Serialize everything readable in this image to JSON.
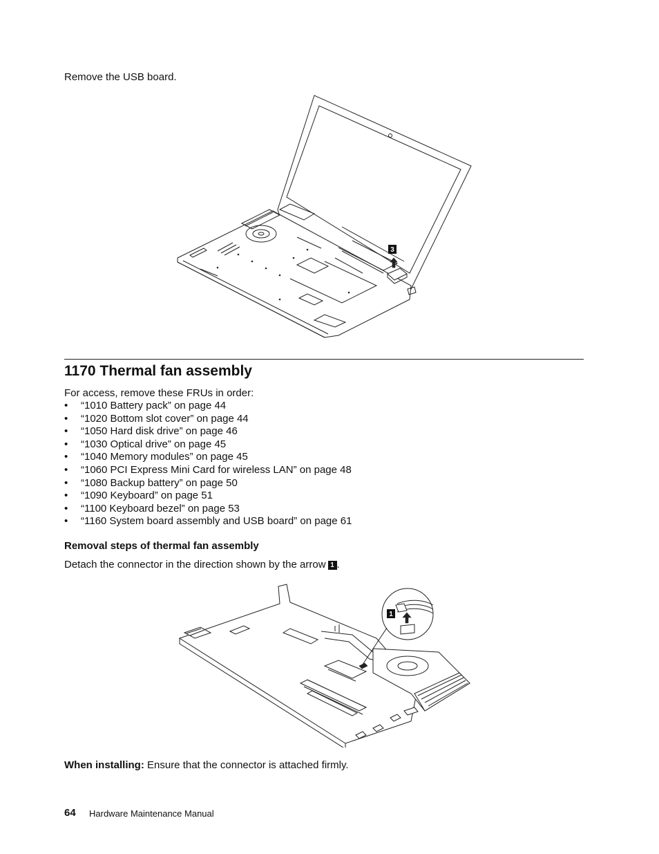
{
  "intro": {
    "text": "Remove the USB board."
  },
  "figure1": {
    "callout": "3"
  },
  "section": {
    "title": "1170 Thermal fan assembly"
  },
  "access": {
    "intro": "For access, remove these FRUs in order:",
    "bullet": "•",
    "items": [
      "“1010 Battery pack” on page 44",
      "“1020 Bottom slot cover” on page 44",
      "“1050 Hard disk drive” on page 46",
      "“1030 Optical drive” on page 45",
      "“1040 Memory modules” on page 45",
      "“1060 PCI Express Mini Card for wireless LAN” on page 48",
      "“1080 Backup battery” on page 50",
      "“1090 Keyboard” on page 51",
      "“1100 Keyboard bezel” on page 53",
      "“1160 System board assembly and USB board” on page 61"
    ]
  },
  "removal": {
    "subheading": "Removal steps of thermal fan assembly",
    "instruction": "Detach the connector in the direction shown by the arrow",
    "callout": "1",
    "end_punct": "."
  },
  "figure2": {
    "callout": "1"
  },
  "installing": {
    "label": "When installing:",
    "text": "Ensure that the connector is attached firmly."
  },
  "footer": {
    "page_number": "64",
    "manual_title": "Hardware Maintenance Manual"
  }
}
